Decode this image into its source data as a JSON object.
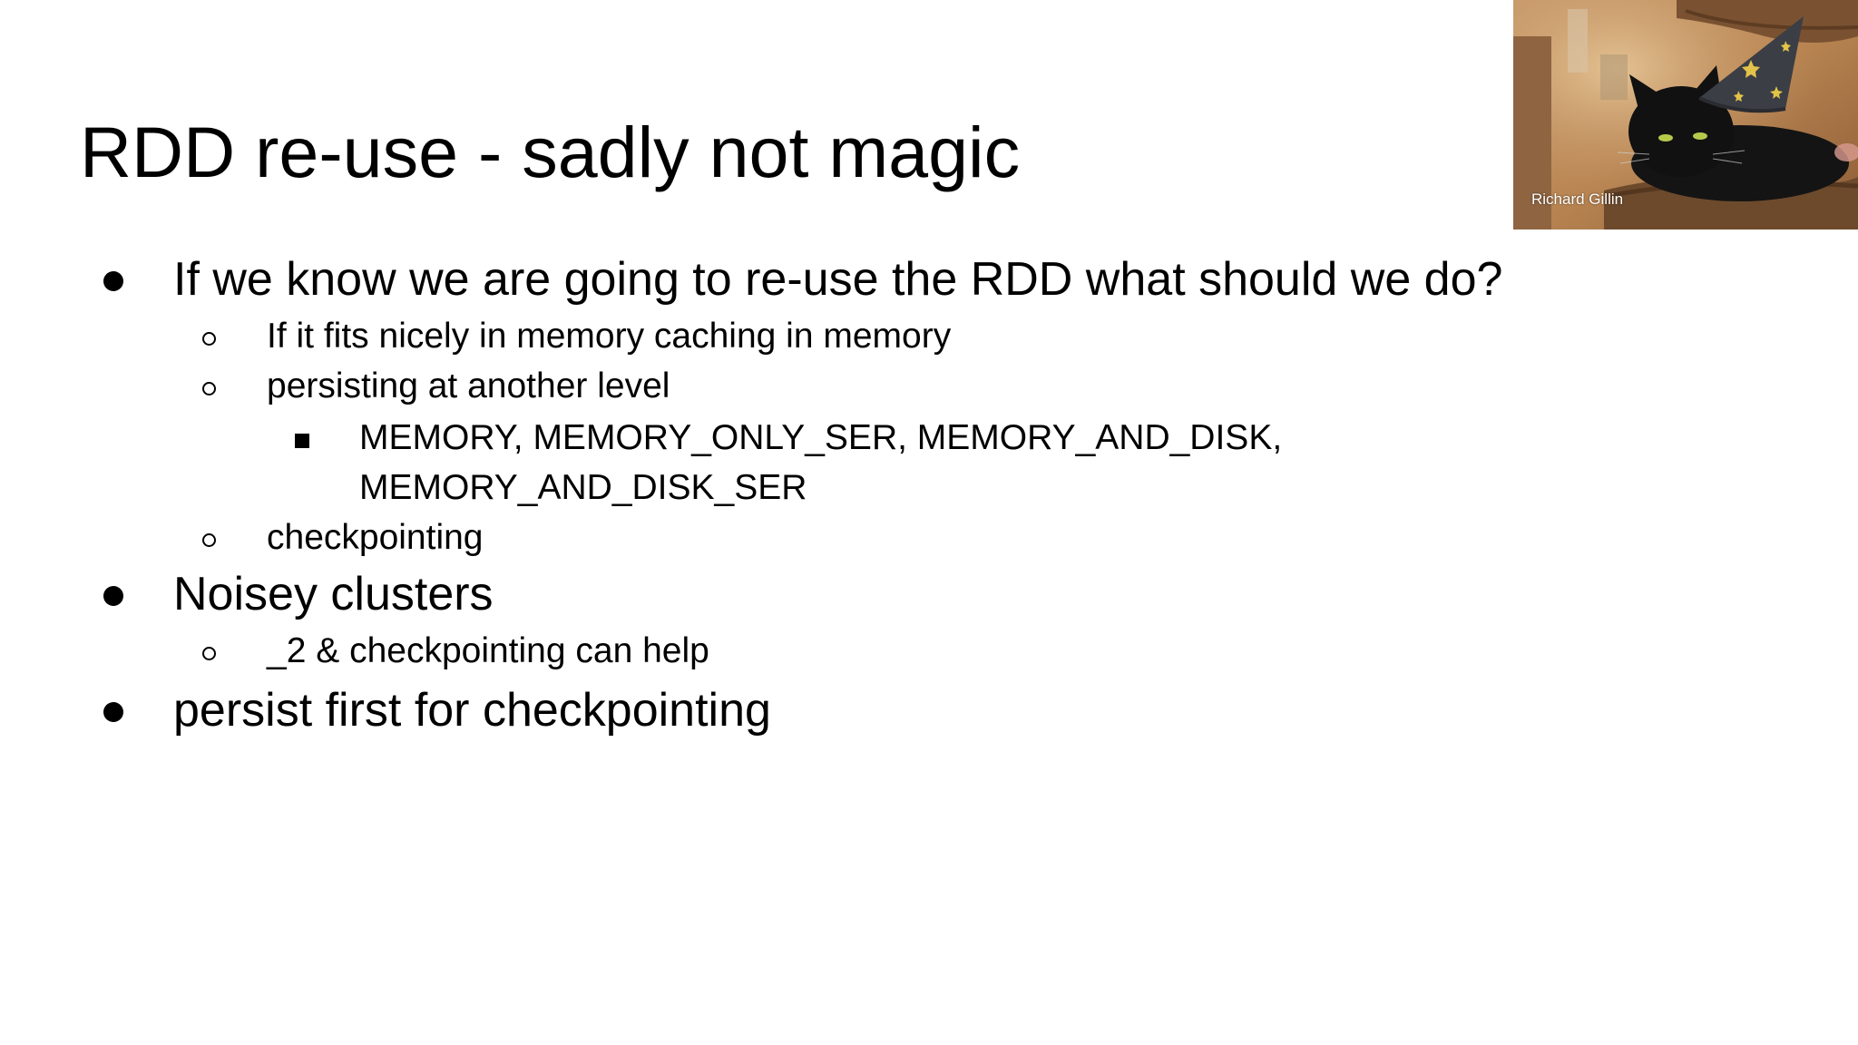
{
  "slide": {
    "title": "RDD re-use - sadly not magic",
    "bullets": [
      {
        "level": 1,
        "text": "If we know we are going to re-use the RDD what should we do?"
      },
      {
        "level": 2,
        "text": "If it fits nicely in memory caching in memory"
      },
      {
        "level": 2,
        "text": "persisting at another level"
      },
      {
        "level": 3,
        "text": "MEMORY, MEMORY_ONLY_SER, MEMORY_AND_DISK,"
      },
      {
        "level": 3,
        "text": "MEMORY_AND_DISK_SER"
      },
      {
        "level": 2,
        "text": "checkpointing"
      },
      {
        "level": 1,
        "text": "Noisey clusters"
      },
      {
        "level": 2,
        "text": "_2 & checkpointing can help"
      },
      {
        "level": 1,
        "text": "persist first for checkpointing"
      }
    ]
  },
  "webcam": {
    "participant_name": "Richard Gillin"
  }
}
